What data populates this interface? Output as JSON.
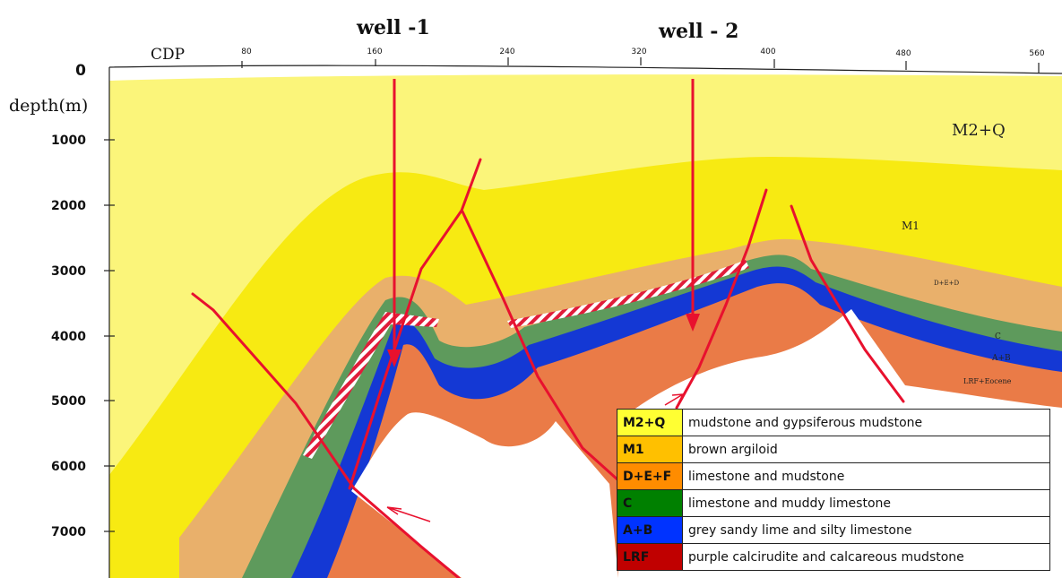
{
  "axis": {
    "cdp_label": "CDP",
    "depth_label": "depth(m)",
    "cdp_ticks": [
      "80",
      "160",
      "240",
      "320",
      "400",
      "480",
      "560"
    ],
    "depth_ticks": [
      "0",
      "1000",
      "2000",
      "3000",
      "4000",
      "5000",
      "6000",
      "7000"
    ]
  },
  "wells": [
    {
      "label": "well -1"
    },
    {
      "label": "well - 2"
    }
  ],
  "unit_labels": {
    "m2q": "M2+Q",
    "m1": "M1",
    "def": "D+E+D",
    "c": "C",
    "ab": "A+B",
    "lrf": "LRF+Eocene"
  },
  "colors": {
    "m2q": "#fbf57a",
    "m1": "#f7ea12",
    "def": "#e9b06b",
    "c": "#5e9a5c",
    "ab": "#1438d4",
    "lrf": "#ea7b47",
    "fault": "#e8112e",
    "hatch_stripe": "#e01c3a"
  },
  "legend": [
    {
      "code": "M2+Q",
      "description": "mudstone and gypsiferous mudstone",
      "color": "#ffff33"
    },
    {
      "code": "M1",
      "description": "brown argiloid",
      "color": "#ffc000"
    },
    {
      "code": "D+E+F",
      "description": "limestone and mudstone",
      "color": "#ff8c00"
    },
    {
      "code": "C",
      "description": "limestone and muddy limestone",
      "color": "#008000"
    },
    {
      "code": "A+B",
      "description": "grey sandy lime and silty limestone",
      "color": "#0033ff"
    },
    {
      "code": "LRF",
      "description": "purple calcirudite and calcareous mudstone",
      "color": "#c00000"
    }
  ]
}
